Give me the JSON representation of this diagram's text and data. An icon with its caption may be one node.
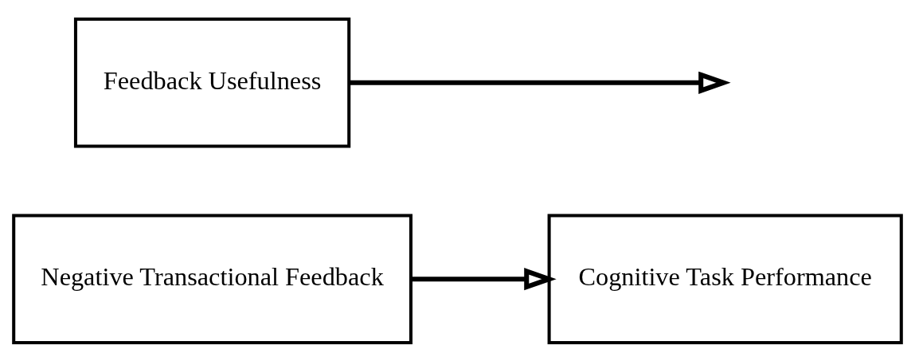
{
  "diagram": {
    "nodes": [
      {
        "text": [
          "Negative Transactional Feedback"
        ]
      },
      {
        "text": [
          "Feedback Usefulness"
        ]
      },
      {
        "text": [
          "Cognitive Task Performance"
        ]
      }
    ],
    "edges": [
      {
        "from": 0,
        "to": 2,
        "arrow": "to"
      },
      {
        "from": 1,
        "to": null,
        "arrow": "to"
      }
    ]
  }
}
